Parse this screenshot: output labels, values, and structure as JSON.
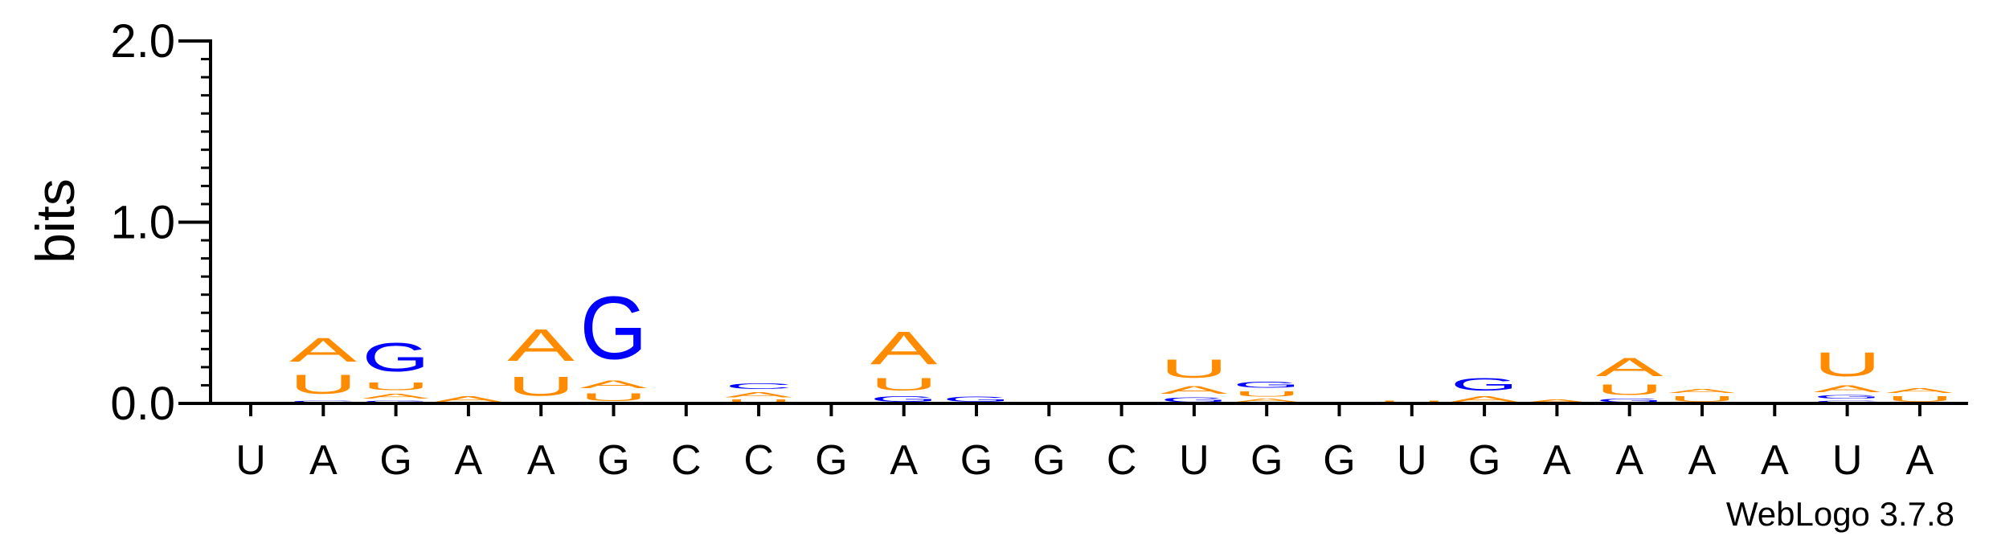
{
  "chart_data": {
    "type": "sequence-logo",
    "ylabel": "bits",
    "ylim": [
      0,
      2
    ],
    "yticks": [
      {
        "value": 0,
        "label": "0.0"
      },
      {
        "value": 1,
        "label": "1.0"
      },
      {
        "value": 2,
        "label": "2.0"
      }
    ],
    "minor_tick_step": 0.1,
    "colors": {
      "A": "#ff8c00",
      "U": "#ff8c00",
      "G": "#0000ff",
      "C": "#0000ff"
    },
    "positions": [
      {
        "label": "U",
        "stack": []
      },
      {
        "label": "A",
        "stack": [
          {
            "letter": "C",
            "bits": 0.02
          },
          {
            "letter": "U",
            "bits": 0.17
          },
          {
            "letter": "A",
            "bits": 0.21
          }
        ]
      },
      {
        "label": "G",
        "stack": [
          {
            "letter": "G",
            "bits": 0.02
          },
          {
            "letter": "A",
            "bits": 0.04
          },
          {
            "letter": "U",
            "bits": 0.07
          },
          {
            "letter": "G",
            "bits": 0.25
          }
        ]
      },
      {
        "label": "A",
        "stack": [
          {
            "letter": "A",
            "bits": 0.05
          }
        ]
      },
      {
        "label": "A",
        "stack": [
          {
            "letter": "C",
            "bits": 0.01
          },
          {
            "letter": "U",
            "bits": 0.17
          },
          {
            "letter": "A",
            "bits": 0.28
          }
        ]
      },
      {
        "label": "G",
        "stack": [
          {
            "letter": "U",
            "bits": 0.07
          },
          {
            "letter": "A",
            "bits": 0.07
          },
          {
            "letter": "G",
            "bits": 0.55
          }
        ]
      },
      {
        "label": "C",
        "stack": []
      },
      {
        "label": "C",
        "stack": [
          {
            "letter": "U",
            "bits": 0.025
          },
          {
            "letter": "A",
            "bits": 0.045
          },
          {
            "letter": "C",
            "bits": 0.05
          }
        ]
      },
      {
        "label": "G",
        "stack": []
      },
      {
        "label": "A",
        "stack": [
          {
            "letter": "G",
            "bits": 0.05
          },
          {
            "letter": "U",
            "bits": 0.11
          },
          {
            "letter": "A",
            "bits": 0.29
          }
        ]
      },
      {
        "label": "G",
        "stack": [
          {
            "letter": "G",
            "bits": 0.045
          }
        ]
      },
      {
        "label": "G",
        "stack": []
      },
      {
        "label": "C",
        "stack": []
      },
      {
        "label": "U",
        "stack": [
          {
            "letter": "G",
            "bits": 0.04
          },
          {
            "letter": "A",
            "bits": 0.07
          },
          {
            "letter": "U",
            "bits": 0.16
          }
        ]
      },
      {
        "label": "G",
        "stack": [
          {
            "letter": "A",
            "bits": 0.03
          },
          {
            "letter": "U",
            "bits": 0.045
          },
          {
            "letter": "G",
            "bits": 0.055
          }
        ]
      },
      {
        "label": "G",
        "stack": []
      },
      {
        "label": "U",
        "stack": [
          {
            "letter": "U",
            "bits": 0.02
          }
        ]
      },
      {
        "label": "G",
        "stack": [
          {
            "letter": "A",
            "bits": 0.05
          },
          {
            "letter": "G",
            "bits": 0.11
          }
        ]
      },
      {
        "label": "A",
        "stack": [
          {
            "letter": "A",
            "bits": 0.025
          }
        ]
      },
      {
        "label": "A",
        "stack": [
          {
            "letter": "G",
            "bits": 0.03
          },
          {
            "letter": "U",
            "bits": 0.09
          },
          {
            "letter": "A",
            "bits": 0.16
          }
        ]
      },
      {
        "label": "A",
        "stack": [
          {
            "letter": "U",
            "bits": 0.05
          },
          {
            "letter": "A",
            "bits": 0.035
          }
        ]
      },
      {
        "label": "A",
        "stack": []
      },
      {
        "label": "U",
        "stack": [
          {
            "letter": "C",
            "bits": 0.02
          },
          {
            "letter": "G",
            "bits": 0.03
          },
          {
            "letter": "A",
            "bits": 0.06
          },
          {
            "letter": "U",
            "bits": 0.21
          }
        ]
      },
      {
        "label": "A",
        "stack": [
          {
            "letter": "U",
            "bits": 0.05
          },
          {
            "letter": "A",
            "bits": 0.04
          }
        ]
      }
    ]
  },
  "credit": "WebLogo 3.7.8"
}
